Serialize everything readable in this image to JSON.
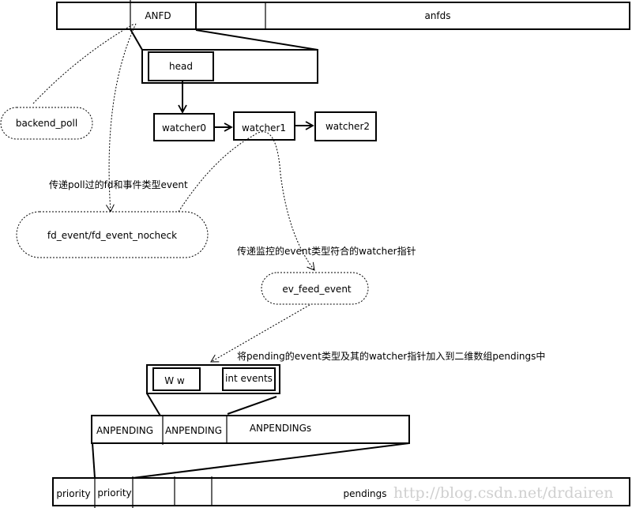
{
  "anfd_array": {
    "cell_label": "ANFD",
    "array_label": "anfds"
  },
  "anfd_struct": {
    "head_label": "head"
  },
  "watchers": [
    "watcher0",
    "watcher1",
    "watcher2"
  ],
  "functions": {
    "backend_poll": "backend_poll",
    "fd_event": "fd_event/fd_event_nocheck",
    "ev_feed_event": "ev_feed_event"
  },
  "annotations": {
    "pass_fd_event": "传递poll过的fd和事件类型event",
    "pass_watcher_ptr": "传递监控的event类型符合的watcher指针",
    "add_to_pendings": "将pending的event类型及其的watcher指针加入到二维数组pendings中"
  },
  "anpending_struct": {
    "field_w": "W w",
    "field_events": "int events"
  },
  "anpending_array": {
    "cells": [
      "ANPENDING",
      "ANPENDING"
    ],
    "array_label": "ANPENDINGs"
  },
  "pendings_array": {
    "cells": [
      "priority",
      "priority"
    ],
    "array_label": "pendings"
  },
  "watermark": "http://blog.csdn.net/drdairen"
}
